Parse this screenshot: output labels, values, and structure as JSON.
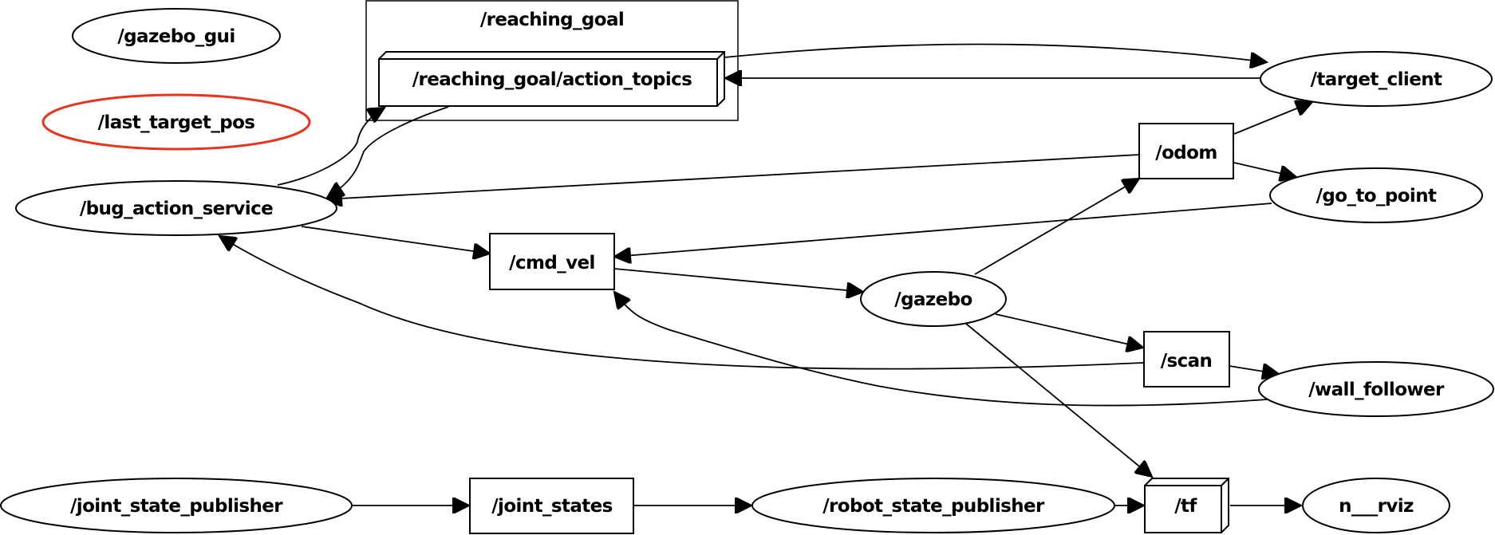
{
  "graph": {
    "cluster": {
      "label": "/reaching_goal"
    },
    "nodes": {
      "gazebo_gui": {
        "label": "/gazebo_gui",
        "shape": "ellipse"
      },
      "last_target_pos": {
        "label": "/last_target_pos",
        "shape": "ellipse",
        "highlight_color": "#e8341c"
      },
      "bug_action_service": {
        "label": "/bug_action_service",
        "shape": "ellipse"
      },
      "action_topics": {
        "label": "/reaching_goal/action_topics",
        "shape": "box3d"
      },
      "target_client": {
        "label": "/target_client",
        "shape": "ellipse"
      },
      "odom": {
        "label": "/odom",
        "shape": "box"
      },
      "go_to_point": {
        "label": "/go_to_point",
        "shape": "ellipse"
      },
      "cmd_vel": {
        "label": "/cmd_vel",
        "shape": "box"
      },
      "gazebo": {
        "label": "/gazebo",
        "shape": "ellipse"
      },
      "scan": {
        "label": "/scan",
        "shape": "box"
      },
      "wall_follower": {
        "label": "/wall_follower",
        "shape": "ellipse"
      },
      "joint_state_publisher": {
        "label": "/joint_state_publisher",
        "shape": "ellipse"
      },
      "joint_states": {
        "label": "/joint_states",
        "shape": "box"
      },
      "robot_state_publisher": {
        "label": "/robot_state_publisher",
        "shape": "ellipse"
      },
      "tf": {
        "label": "/tf",
        "shape": "box3d"
      },
      "n_rviz": {
        "label": "n___rviz",
        "shape": "ellipse"
      }
    },
    "edges": [
      {
        "from": "bug_action_service",
        "to": "action_topics"
      },
      {
        "from": "action_topics",
        "to": "bug_action_service"
      },
      {
        "from": "action_topics",
        "to": "target_client"
      },
      {
        "from": "target_client",
        "to": "action_topics"
      },
      {
        "from": "odom",
        "to": "target_client"
      },
      {
        "from": "odom",
        "to": "go_to_point"
      },
      {
        "from": "odom",
        "to": "bug_action_service"
      },
      {
        "from": "go_to_point",
        "to": "cmd_vel"
      },
      {
        "from": "bug_action_service",
        "to": "cmd_vel"
      },
      {
        "from": "cmd_vel",
        "to": "gazebo"
      },
      {
        "from": "gazebo",
        "to": "odom"
      },
      {
        "from": "gazebo",
        "to": "scan"
      },
      {
        "from": "gazebo",
        "to": "tf"
      },
      {
        "from": "scan",
        "to": "wall_follower"
      },
      {
        "from": "scan",
        "to": "bug_action_service"
      },
      {
        "from": "wall_follower",
        "to": "cmd_vel"
      },
      {
        "from": "joint_state_publisher",
        "to": "joint_states"
      },
      {
        "from": "joint_states",
        "to": "robot_state_publisher"
      },
      {
        "from": "robot_state_publisher",
        "to": "tf"
      },
      {
        "from": "tf",
        "to": "n_rviz"
      }
    ]
  }
}
